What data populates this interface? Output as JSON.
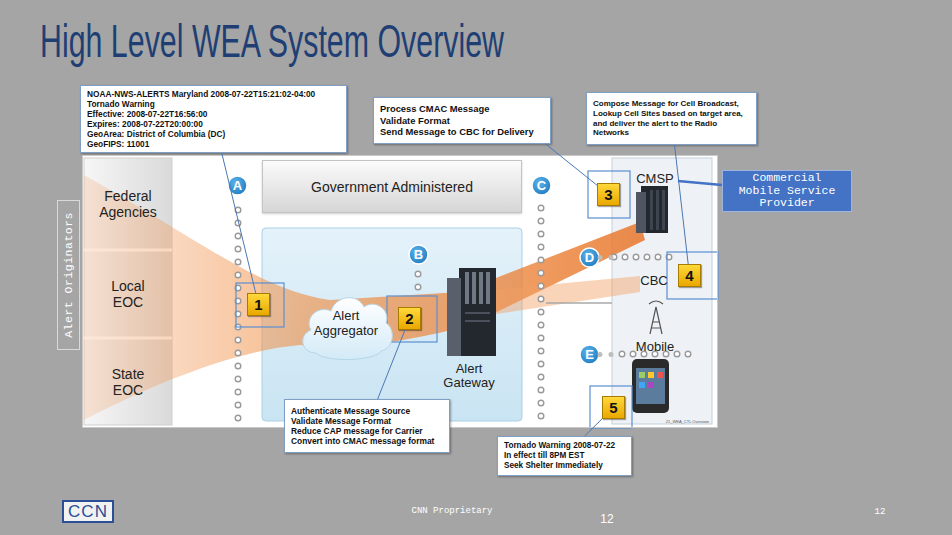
{
  "diagram": {
    "title": "High Level WEA System Overview",
    "nodes": [
      {
        "text": [
          "NOAA-NWS-ALERTS Maryland 2008-07-22T15:21:02-04:00",
          "Tornado Warning",
          "Effective: 2008-07-22T16:56:00",
          "Expires: 2008-07-22T20:00:00",
          "GeoArea: District of Columbia (DC)",
          "GeoFIPS: 11001"
        ]
      },
      {
        "text": [
          "Process CMAC Message",
          "Validate Format",
          "Send Message to CBC for Delivery"
        ]
      },
      {
        "text": [
          "Compose Message for Cell Broadcast, Lookup Cell Sites based on target area, and deliver the alert to the Radio Networks"
        ]
      },
      {
        "text": [
          "Commercial Mobile Service Provider"
        ]
      },
      {
        "text": [
          "Alert Originators"
        ]
      },
      {
        "text": [
          "21_WEA_CTL Overview"
        ]
      },
      {
        "text": [
          "Federal Agencies"
        ],
        "in": 5
      },
      {
        "text": [
          "A"
        ],
        "in": 5
      },
      {
        "text": [
          "Government Administered"
        ],
        "in": 5
      },
      {
        "text": [
          "C"
        ],
        "in": 5
      },
      {
        "text": [
          "3"
        ],
        "in": 5
      },
      {
        "text": [
          "CMSP"
        ],
        "in": 5
      },
      {
        "text": [
          "B"
        ],
        "in": 5
      },
      {
        "text": [
          "D"
        ],
        "in": 5
      },
      {
        "text": [
          "4"
        ],
        "in": 5
      },
      {
        "text": [
          "CBC"
        ],
        "in": 5
      },
      {
        "text": [
          "Local EOC"
        ],
        "in": 5
      },
      {
        "text": [
          "1"
        ],
        "in": 5
      },
      {
        "text": [
          "Alert Aggregator"
        ],
        "in": 5
      },
      {
        "text": [
          "2"
        ],
        "in": 5
      },
      {
        "text": [
          "Alert Gateway"
        ],
        "in": 5
      },
      {
        "text": [
          "E"
        ],
        "in": 5
      },
      {
        "text": [
          "Mobile"
        ],
        "in": 5
      },
      {
        "text": [
          "State EOC"
        ],
        "in": 5
      },
      {
        "text": [
          "5"
        ],
        "in": 5
      },
      {
        "text": [
          "Authenticate Message Source",
          "Validate Message Format",
          "Reduce CAP message for Carrier",
          "Convert into CMAC message format"
        ]
      },
      {
        "text": [
          "Tornado Warning 2008-07-22",
          "In effect till 8PM EST",
          "Seek Shelter Immediately"
        ]
      },
      {
        "text": [
          "CCN"
        ]
      }
    ],
    "edges": [
      {
        "from": 0,
        "to": 17,
        "arrow": "none"
      },
      {
        "from": 1,
        "to": 10,
        "arrow": "none"
      },
      {
        "from": 2,
        "to": 14,
        "arrow": "none"
      },
      {
        "from": 3,
        "to": 11,
        "arrow": "none"
      },
      {
        "from": 25,
        "to": 19,
        "arrow": "none"
      },
      {
        "from": 26,
        "to": 24,
        "arrow": "none"
      },
      {
        "from": 13,
        "to": 15,
        "arrow": "none"
      },
      {
        "from": 21,
        "to": 22,
        "arrow": "none"
      }
    ],
    "labels": [
      "CNN Proprietary",
      "12",
      "12"
    ]
  }
}
